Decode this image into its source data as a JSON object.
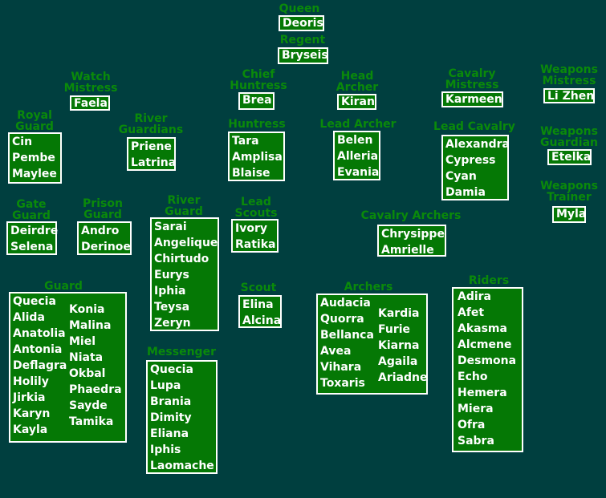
{
  "colors": {
    "background": "#003f3f",
    "label": "#0a8a0a",
    "box": "#057805",
    "border": "#ffffff"
  },
  "queen": {
    "title": "Queen",
    "names": [
      "Deoris"
    ]
  },
  "regent": {
    "title": "Regent",
    "names": [
      "Bryseis"
    ]
  },
  "watch_mistress": {
    "title": [
      "Watch",
      "Mistress"
    ],
    "names": [
      "Faela"
    ]
  },
  "chief_huntress": {
    "title": [
      "Chief",
      "Huntress"
    ],
    "names": [
      "Brea"
    ]
  },
  "head_archer": {
    "title": [
      "Head",
      "Archer"
    ],
    "names": [
      "Kiran"
    ]
  },
  "cavalry_mistress": {
    "title": [
      "Cavalry",
      "Mistress"
    ],
    "names": [
      "Karmeen"
    ]
  },
  "weapons_mistress": {
    "title": [
      "Weapons",
      "Mistress"
    ],
    "names": [
      "Li Zhen"
    ]
  },
  "royal_guard": {
    "title": [
      "Royal",
      "Guard"
    ],
    "names": [
      "Cin",
      "Pembe",
      "Maylee"
    ]
  },
  "river_guardians": {
    "title": [
      "River",
      "Guardians"
    ],
    "names": [
      "Priene",
      "Latrina"
    ]
  },
  "huntress": {
    "title": "Huntress",
    "names": [
      "Tara",
      "Amplisa",
      "Blaise"
    ]
  },
  "lead_archer": {
    "title": "Lead Archer",
    "names": [
      "Belen",
      "Alleria",
      "Evania"
    ]
  },
  "lead_cavalry": {
    "title": "Lead Cavalry",
    "names": [
      "Alexandra",
      "Cypress",
      "Cyan",
      "Damia"
    ]
  },
  "weapons_guardian": {
    "title": [
      "Weapons",
      "Guardian"
    ],
    "names": [
      "Etelka"
    ]
  },
  "weapons_trainer": {
    "title": [
      "Weapons",
      "Trainer"
    ],
    "names": [
      "Myla"
    ]
  },
  "gate_guard": {
    "title": [
      "Gate",
      "Guard"
    ],
    "names": [
      "Deirdre",
      "Selena"
    ]
  },
  "prison_guard": {
    "title": [
      "Prison",
      "Guard"
    ],
    "names": [
      "Andro",
      "Derinoe"
    ]
  },
  "river_guard": {
    "title": [
      "River",
      "Guard"
    ],
    "names": [
      "Sarai",
      "Angelique",
      "Chirtudo",
      "Eurys",
      "Iphia",
      "Teysa",
      "Zeryn"
    ]
  },
  "lead_scouts": {
    "title": [
      "Lead",
      "Scouts"
    ],
    "names": [
      "Ivory",
      "Ratika"
    ]
  },
  "cavalry_archers": {
    "title": "Cavalry Archers",
    "names": [
      "Chrysippe",
      "Amrielle"
    ]
  },
  "guard": {
    "title": "Guard",
    "col1": [
      "Quecia",
      "Alida",
      "Anatolia",
      "Antonia",
      "Deflagra",
      "Holily",
      "Jirkia",
      "Karyn",
      "Kayla"
    ],
    "col2": [
      "Konia",
      "Malina",
      "Miel",
      "Niata",
      "Okbal",
      "Phaedra",
      "Sayde",
      "Tamika"
    ]
  },
  "scout": {
    "title": "Scout",
    "names": [
      "Elina",
      "Alcina"
    ]
  },
  "archers": {
    "title": "Archers",
    "col1": [
      "Audacia",
      "Quorra",
      "Bellanca",
      "Avea",
      "Vihara",
      "Toxaris"
    ],
    "col2": [
      "Kardia",
      "Furie",
      "Kiarna",
      "Agaila",
      "Ariadne"
    ]
  },
  "riders": {
    "title": "Riders",
    "names": [
      "Adira",
      "Afet",
      "Akasma",
      "Alcmene",
      "Desmona",
      "Echo",
      "Hemera",
      "Miera",
      "Ofra",
      "Sabra"
    ]
  },
  "messenger": {
    "title": "Messenger",
    "names": [
      "Quecia",
      "Lupa",
      "Brania",
      "Dimity",
      "Eliana",
      "Iphis",
      "Laomache"
    ]
  }
}
